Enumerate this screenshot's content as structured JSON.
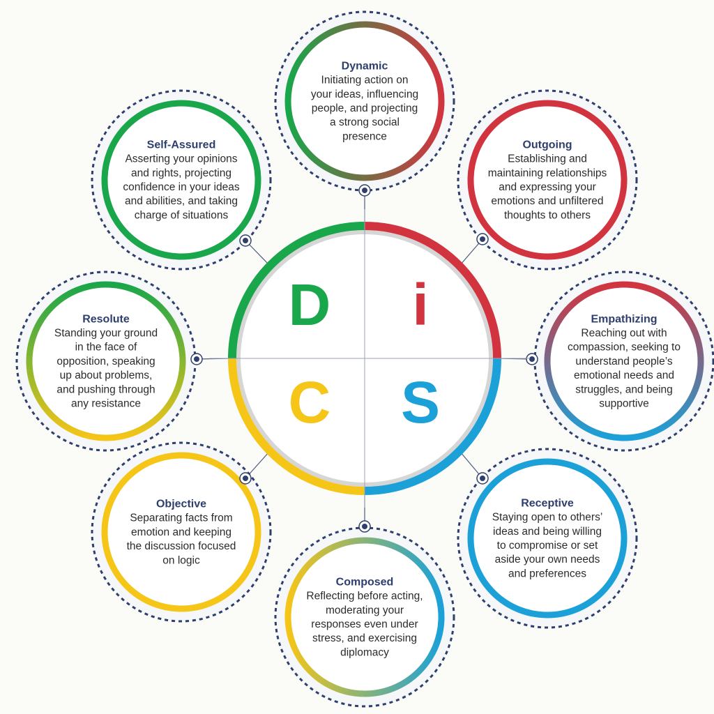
{
  "colors": {
    "D": "#1aa64a",
    "i": "#d2343f",
    "S": "#1ba1d8",
    "C": "#f5c518",
    "navy": "#2e3f6e"
  },
  "center": {
    "letters": [
      {
        "key": "D",
        "text": "D",
        "color": "#1aa64a"
      },
      {
        "key": "i",
        "text": "i",
        "color": "#d2343f"
      },
      {
        "key": "C",
        "text": "C",
        "color": "#f5c518"
      },
      {
        "key": "S",
        "text": "S",
        "color": "#1ba1d8"
      }
    ]
  },
  "traits": [
    {
      "id": "dynamic",
      "title": "Dynamic",
      "lines": [
        "Initiating action on",
        "your ideas, influencing",
        "people, and projecting",
        "a strong social",
        "presence"
      ],
      "gradient": [
        "#1aa64a",
        "#d2343f"
      ],
      "gradient_dir": "horizontal"
    },
    {
      "id": "outgoing",
      "title": "Outgoing",
      "lines": [
        "Establishing and",
        "maintaining relationships",
        "and expressing your",
        "emotions and unfiltered",
        "thoughts to others"
      ],
      "gradient": [
        "#d2343f",
        "#d2343f"
      ],
      "gradient_dir": "horizontal"
    },
    {
      "id": "empathizing",
      "title": "Empathizing",
      "lines": [
        "Reaching out with",
        "compassion, seeking to",
        "understand people’s",
        "emotional needs and",
        "struggles, and being",
        "supportive"
      ],
      "gradient": [
        "#d2343f",
        "#1ba1d8"
      ],
      "gradient_dir": "vertical"
    },
    {
      "id": "receptive",
      "title": "Receptive",
      "lines": [
        "Staying open to others’",
        "ideas and being willing",
        "to compromise or set",
        "aside your own needs",
        "and preferences"
      ],
      "gradient": [
        "#1ba1d8",
        "#1ba1d8"
      ],
      "gradient_dir": "horizontal"
    },
    {
      "id": "composed",
      "title": "Composed",
      "lines": [
        "Reflecting before acting,",
        "moderating your",
        "responses even under",
        "stress, and exercising",
        "diplomacy"
      ],
      "gradient": [
        "#f5c518",
        "#1ba1d8"
      ],
      "gradient_dir": "horizontal"
    },
    {
      "id": "objective",
      "title": "Objective",
      "lines": [
        "Separating facts from",
        "emotion and keeping",
        "the discussion focused",
        "on logic"
      ],
      "gradient": [
        "#f5c518",
        "#f5c518"
      ],
      "gradient_dir": "horizontal"
    },
    {
      "id": "resolute",
      "title": "Resolute",
      "lines": [
        "Standing your ground",
        "in the face of",
        "opposition, speaking",
        "up about problems,",
        "and pushing through",
        "any resistance"
      ],
      "gradient": [
        "#1aa64a",
        "#f5c518"
      ],
      "gradient_dir": "vertical"
    },
    {
      "id": "self-assured",
      "title": "Self-Assured",
      "lines": [
        "Asserting your opinions",
        "and rights, projecting",
        "confidence in your ideas",
        "and abilities, and taking",
        "charge of situations"
      ],
      "gradient": [
        "#1aa64a",
        "#1aa64a"
      ],
      "gradient_dir": "horizontal"
    }
  ]
}
